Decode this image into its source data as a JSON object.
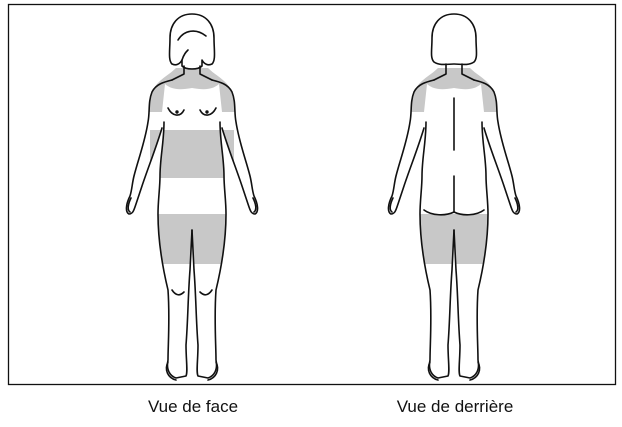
{
  "colors": {
    "outline": "#111111",
    "highlight": "#c8c8c8",
    "frame": "#111111",
    "background": "#ffffff"
  },
  "figures": [
    {
      "view_label": "Vue de face",
      "highlighted_zones": [
        "shoulders",
        "upper-arms",
        "waist",
        "thighs"
      ]
    },
    {
      "view_label": "Vue de derrière",
      "highlighted_zones": [
        "shoulders",
        "upper-arms",
        "thighs"
      ]
    }
  ]
}
